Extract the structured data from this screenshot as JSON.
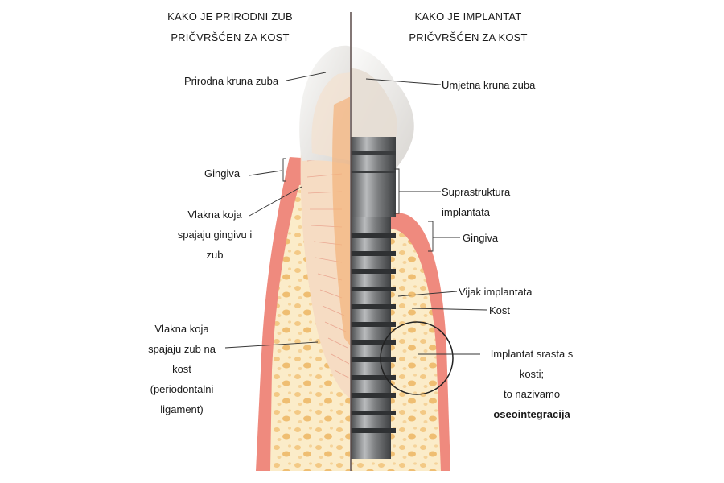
{
  "header": {
    "left": [
      "KAKO JE PRIRODNI ZUB",
      "PRIČVRŠĆEN ZA KOST"
    ],
    "right": [
      "KAKO JE IMPLANTAT",
      "PRIČVRŠĆEN ZA KOST"
    ]
  },
  "left_labels": {
    "crown": "Prirodna kruna zuba",
    "gingiva": "Gingiva",
    "fibers_gingiva": [
      "Vlakna koja",
      "spajaju gingivu i",
      "zub"
    ],
    "fibers_bone": [
      "Vlakna koja",
      "spajaju zub na",
      "kost",
      "(periodontalni",
      "ligament)"
    ]
  },
  "right_labels": {
    "crown": "Umjetna kruna zuba",
    "suprastructure": [
      "Suprastruktura",
      "implantata"
    ],
    "gingiva": "Gingiva",
    "screw": "Vijak implantata",
    "bone": "Kost",
    "osseo": [
      "Implantat srasta s",
      "kosti;",
      "to nazivamo",
      "oseointegracija"
    ]
  },
  "colors": {
    "gum": "#e8706a",
    "bone_light": "#fbeac4",
    "bone_dark": "#f1c277",
    "enamel": "#f1f0ee",
    "dentin": "#f7e6d6",
    "metal": "#8a8c8e",
    "divider": "#5a4a48"
  }
}
